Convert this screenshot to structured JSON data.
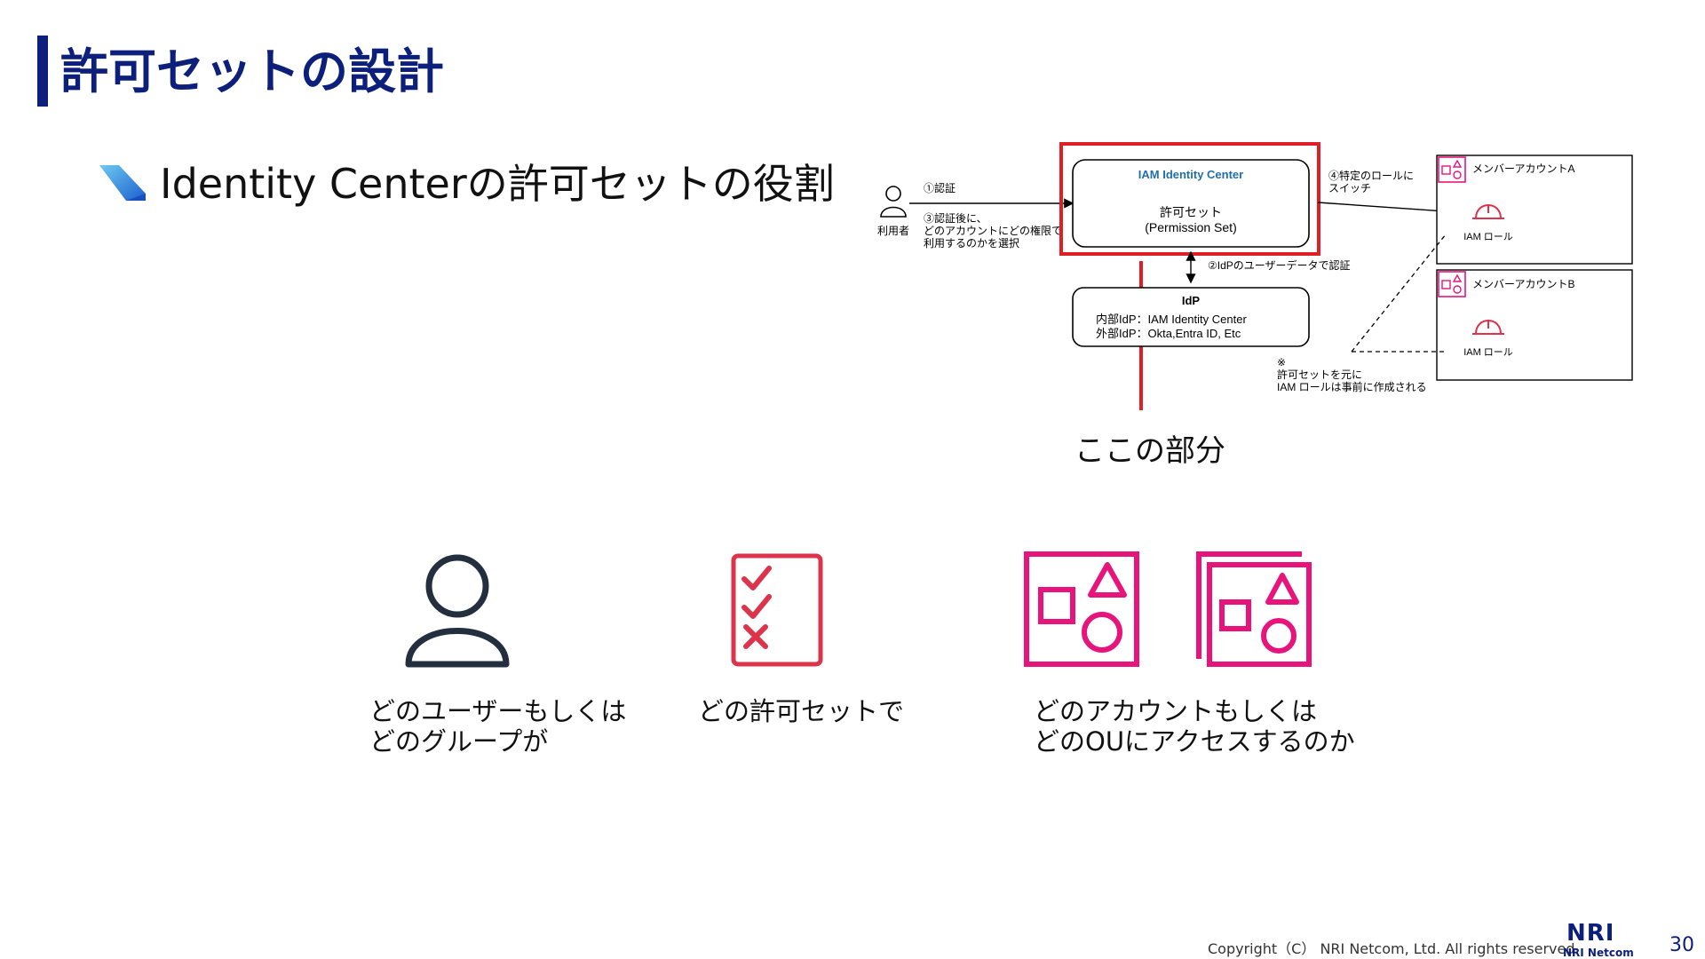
{
  "slide": {
    "title": "許可セットの設計",
    "subtitle": "Identity Centerの許可セットの役割",
    "callout": "ここの部分",
    "page_number": "30",
    "copyright": "Copyright（C） NRI Netcom, Ltd. All rights reserved.",
    "logo_text": "NRI",
    "logo_subtext": "NRI Netcom"
  },
  "diagram": {
    "user_label": "利用者",
    "step1": "①認証",
    "step3_line1": "③認証後に、",
    "step3_line2": "どのアカウントにどの権限で",
    "step3_line3": "利用するのかを選択",
    "identity_center_title": "IAM Identity Center",
    "permission_set_line1": "許可セット",
    "permission_set_line2": "(Permission Set)",
    "step2": "②IdPのユーザーデータで認証",
    "step4_line1": "④特定のロールに",
    "step4_line2": "スイッチ",
    "idp_title": "IdP",
    "idp_line1": "内部IdP：IAM Identity Center",
    "idp_line2": "外部IdP：Okta,Entra ID, Etc",
    "account_a": "メンバーアカウントA",
    "account_b": "メンバーアカウントB",
    "iam_role_a": "IAM ロール",
    "iam_role_b": "IAM ロール",
    "note_mark": "※",
    "note_line1": "許可セットを元に",
    "note_line2": "IAM ロールは事前に作成される"
  },
  "concepts": [
    {
      "line1": "どのユーザーもしくは",
      "line2": "どのグループが"
    },
    {
      "line1": "どの許可セットで",
      "line2": ""
    },
    {
      "line1": "どのアカウントもしくは",
      "line2": "どのOUにアクセスするのか"
    }
  ],
  "colors": {
    "title": "#0c1f7a",
    "highlight_red": "#e01e26",
    "aws_pink": "#e7157b",
    "permission_red": "#dd344c",
    "user_icon": "#232f3e",
    "identity_center_blue": "#1f6fb0"
  },
  "icons": [
    "user-icon",
    "checklist-icon",
    "account-icon",
    "ou-icon",
    "iam-role-icon"
  ]
}
